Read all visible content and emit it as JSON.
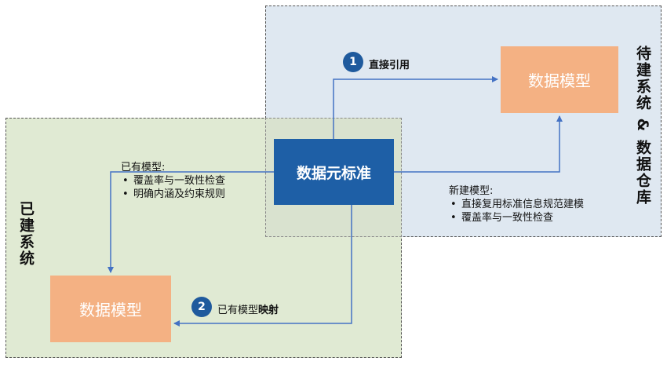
{
  "zones": {
    "pending_label": "待建系统 & 数据仓库",
    "existing_label": "已建系统"
  },
  "boxes": {
    "standard": "数据元标准",
    "model_top": "数据模型",
    "model_bottom": "数据模型"
  },
  "badges": {
    "one": "1",
    "two": "2"
  },
  "labels": {
    "direct_ref": "直接引用",
    "mapping_prefix": "已有模型",
    "mapping_bold": "映射"
  },
  "notes": {
    "existing": {
      "title": "已有模型:",
      "items": [
        "覆盖率与一致性检查",
        "明确内涵及约束规则"
      ]
    },
    "new": {
      "title": "新建模型:",
      "items": [
        "直接复用标准信息规范建模",
        "覆盖率与一致性检查"
      ]
    }
  },
  "colors": {
    "arrow": "#4472c4",
    "standard_box": "#1e5fa6",
    "model_box": "#f4b183",
    "badge": "#1f5a9d",
    "pending_zone": "#dfe8f1",
    "existing_zone": "#e0ead3"
  }
}
